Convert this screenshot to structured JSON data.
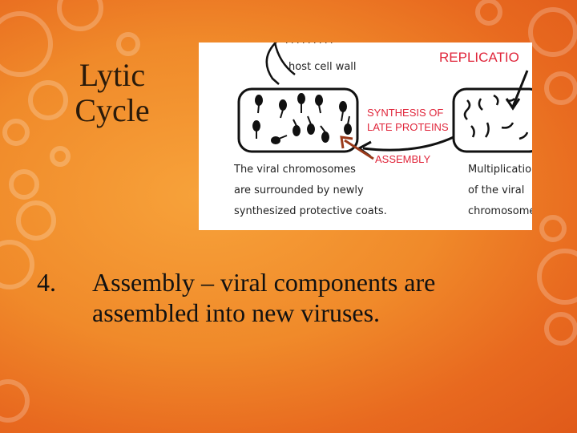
{
  "slide": {
    "title_line1": "Lytic",
    "title_line2": "Cycle",
    "item_number": "4.",
    "item_text": "Assembly – viral components are assembled into new viruses."
  },
  "figure": {
    "top_text": "host cell wall",
    "replication": "REPLICATIO",
    "synthesis_line1": "SYNTHESIS OF",
    "synthesis_line2": "LATE PROTEINS",
    "assembly": "ASSEMBLY",
    "caption_left_1": "The viral chromosomes",
    "caption_left_2": "are surrounded by newly",
    "caption_left_3": "synthesized protective coats.",
    "caption_right_1": "Multiplicatio",
    "caption_right_2": "of the viral",
    "caption_right_3": "chromosome"
  },
  "colors": {
    "background": "#f08a2a",
    "label_red": "#e0263b",
    "arrow_brown": "#9a3a1a",
    "title_dark": "#2a1a0a"
  }
}
